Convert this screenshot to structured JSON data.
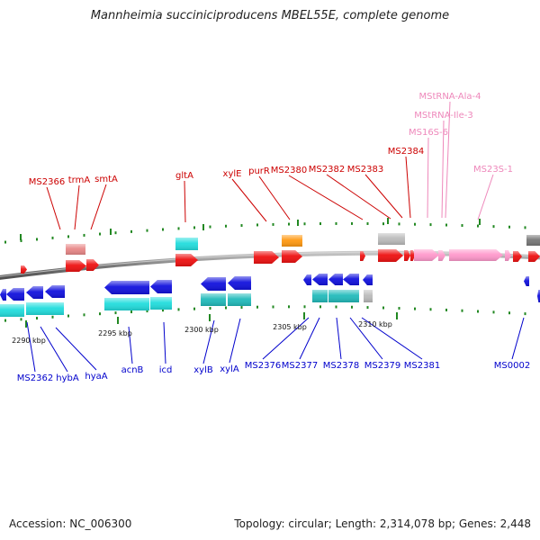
{
  "header": {
    "title": "Mannheimia succiniciproducens MBEL55E, complete genome"
  },
  "footer": {
    "accession": "Accession: NC_006300",
    "summary": "Topology: circular; Length: 2,314,078 bp; Genes: 2,448"
  },
  "colors": {
    "cds_forward": "#ee1111",
    "cds_reverse": "#1111dd",
    "pseudo_forward": "#e88888",
    "rrna": "#ff99cc",
    "trna": "#ff99cc",
    "gene_cyan": "#22dddd",
    "gene_teal": "#22bbbb",
    "gene_orange": "#ff9911",
    "gene_gray": "#bbbbbb",
    "gene_darkgray": "#777777",
    "tick_green": "#228822",
    "backbone": "#777777",
    "label_forward": "#cc0000",
    "label_reverse": "#0000cc",
    "label_rna": "#ee88bb"
  },
  "upper_labels": [
    {
      "text": "MS2366",
      "kind": "forward"
    },
    {
      "text": "trmA",
      "kind": "forward"
    },
    {
      "text": "smtA",
      "kind": "forward"
    },
    {
      "text": "gltA",
      "kind": "forward"
    },
    {
      "text": "xylE",
      "kind": "forward"
    },
    {
      "text": "purR",
      "kind": "forward"
    },
    {
      "text": "MS2380",
      "kind": "forward"
    },
    {
      "text": "MS2382",
      "kind": "forward"
    },
    {
      "text": "MS2383",
      "kind": "forward"
    },
    {
      "text": "MS2384",
      "kind": "forward"
    },
    {
      "text": "MS16S-6",
      "kind": "rna"
    },
    {
      "text": "MStRNA-Ile-3",
      "kind": "rna"
    },
    {
      "text": "MStRNA-Ala-4",
      "kind": "rna"
    },
    {
      "text": "MS23S-1",
      "kind": "rna"
    }
  ],
  "lower_labels": [
    {
      "text": "MS2362"
    },
    {
      "text": "hybA"
    },
    {
      "text": "hyaA"
    },
    {
      "text": "acnB"
    },
    {
      "text": "icd"
    },
    {
      "text": "xylB"
    },
    {
      "text": "xylA"
    },
    {
      "text": "MS2376"
    },
    {
      "text": "MS2377"
    },
    {
      "text": "MS2378"
    },
    {
      "text": "MS2379"
    },
    {
      "text": "MS2381"
    },
    {
      "text": "MS0002"
    }
  ],
  "scale_labels": [
    "2290 kbp",
    "2295 kbp",
    "2300 kbp",
    "2305 kbp",
    "2310 kbp"
  ]
}
